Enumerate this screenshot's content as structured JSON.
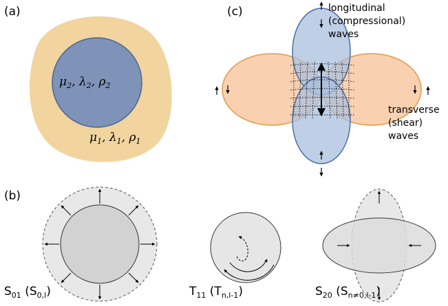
{
  "panel_a": {
    "tag": "(a)",
    "inner": {
      "mu": "μ",
      "mu_sub": "2",
      "lambda": "λ",
      "lambda_sub": "2",
      "rho": "ρ",
      "rho_sub": "2"
    },
    "outer": {
      "mu": "μ",
      "mu_sub": "1",
      "lambda": "λ",
      "lambda_sub": "1",
      "rho": "ρ",
      "rho_sub": "1"
    },
    "colors": {
      "matrix": "#f1d49e",
      "inclusion": "#7f93b8",
      "inclusion_stroke": "#4a6494"
    }
  },
  "panel_c": {
    "tag": "(c)",
    "longitudinal": [
      "longitudinal",
      "(compressional)",
      "waves"
    ],
    "transverse": [
      "transverse",
      "(shear)",
      "waves"
    ],
    "colors": {
      "longitudinal": "#a9bfde",
      "transverse": "#f8c9a3",
      "long_stroke": "#4a6fa8",
      "trans_stroke": "#e09a4a"
    }
  },
  "panel_b": {
    "tag": "(b)",
    "modes": [
      {
        "main": "S",
        "sub": "01",
        "paren_main": "(S",
        "paren_sub": "0,l",
        "close": ")"
      },
      {
        "main": "T",
        "sub": "11",
        "paren_main": "(T",
        "paren_sub": "n,l-1",
        "close": ")"
      },
      {
        "main": "S",
        "sub": "20",
        "paren_main": "(S",
        "paren_sub": "n≠0,l-1",
        "close": ")"
      }
    ],
    "colors": {
      "fill": "#e6e6e6",
      "inner": "#d0d0d0"
    }
  }
}
